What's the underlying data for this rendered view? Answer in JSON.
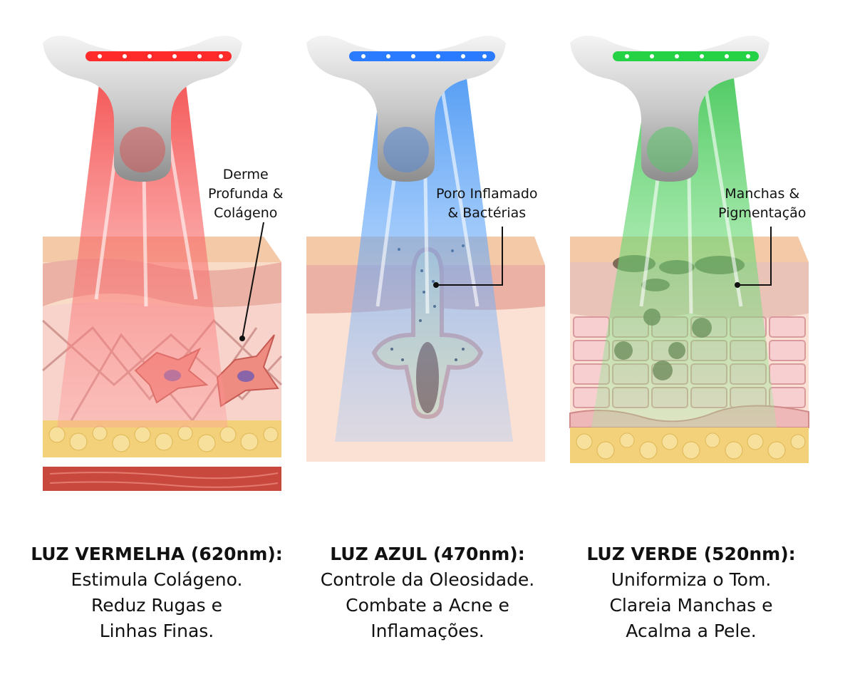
{
  "panels": [
    {
      "id": "red",
      "colors": {
        "led": "#ff2a2a",
        "beam": "#f23a3a",
        "beamSoft": "#ff9a9a"
      },
      "callout": [
        "Derme",
        "Profunda &",
        "Colágeno"
      ],
      "caption": {
        "title": "LUZ VERMELHA (620nm):",
        "lines": [
          "Estimula Colágeno.",
          "Reduz Rugas e",
          "Linhas Finas."
        ]
      }
    },
    {
      "id": "blue",
      "colors": {
        "led": "#2a7bff",
        "beam": "#3a8ef2",
        "beamSoft": "#9ac8ff"
      },
      "callout": [
        "Poro Inflamado",
        "& Bactérias"
      ],
      "caption": {
        "title": "LUZ AZUL (470nm):",
        "lines": [
          "Controle da Oleosidade.",
          "Combate a Acne e",
          "Inflamações."
        ]
      }
    },
    {
      "id": "green",
      "colors": {
        "led": "#25d145",
        "beam": "#34c24a",
        "beamSoft": "#9aef9a"
      },
      "callout": [
        "Manchas &",
        "Pigmentação"
      ],
      "caption": {
        "title": "LUZ VERDE (520nm):",
        "lines": [
          "Uniformiza o Tom.",
          "Clareia Manchas e",
          "Acalma a Pele."
        ]
      }
    }
  ]
}
